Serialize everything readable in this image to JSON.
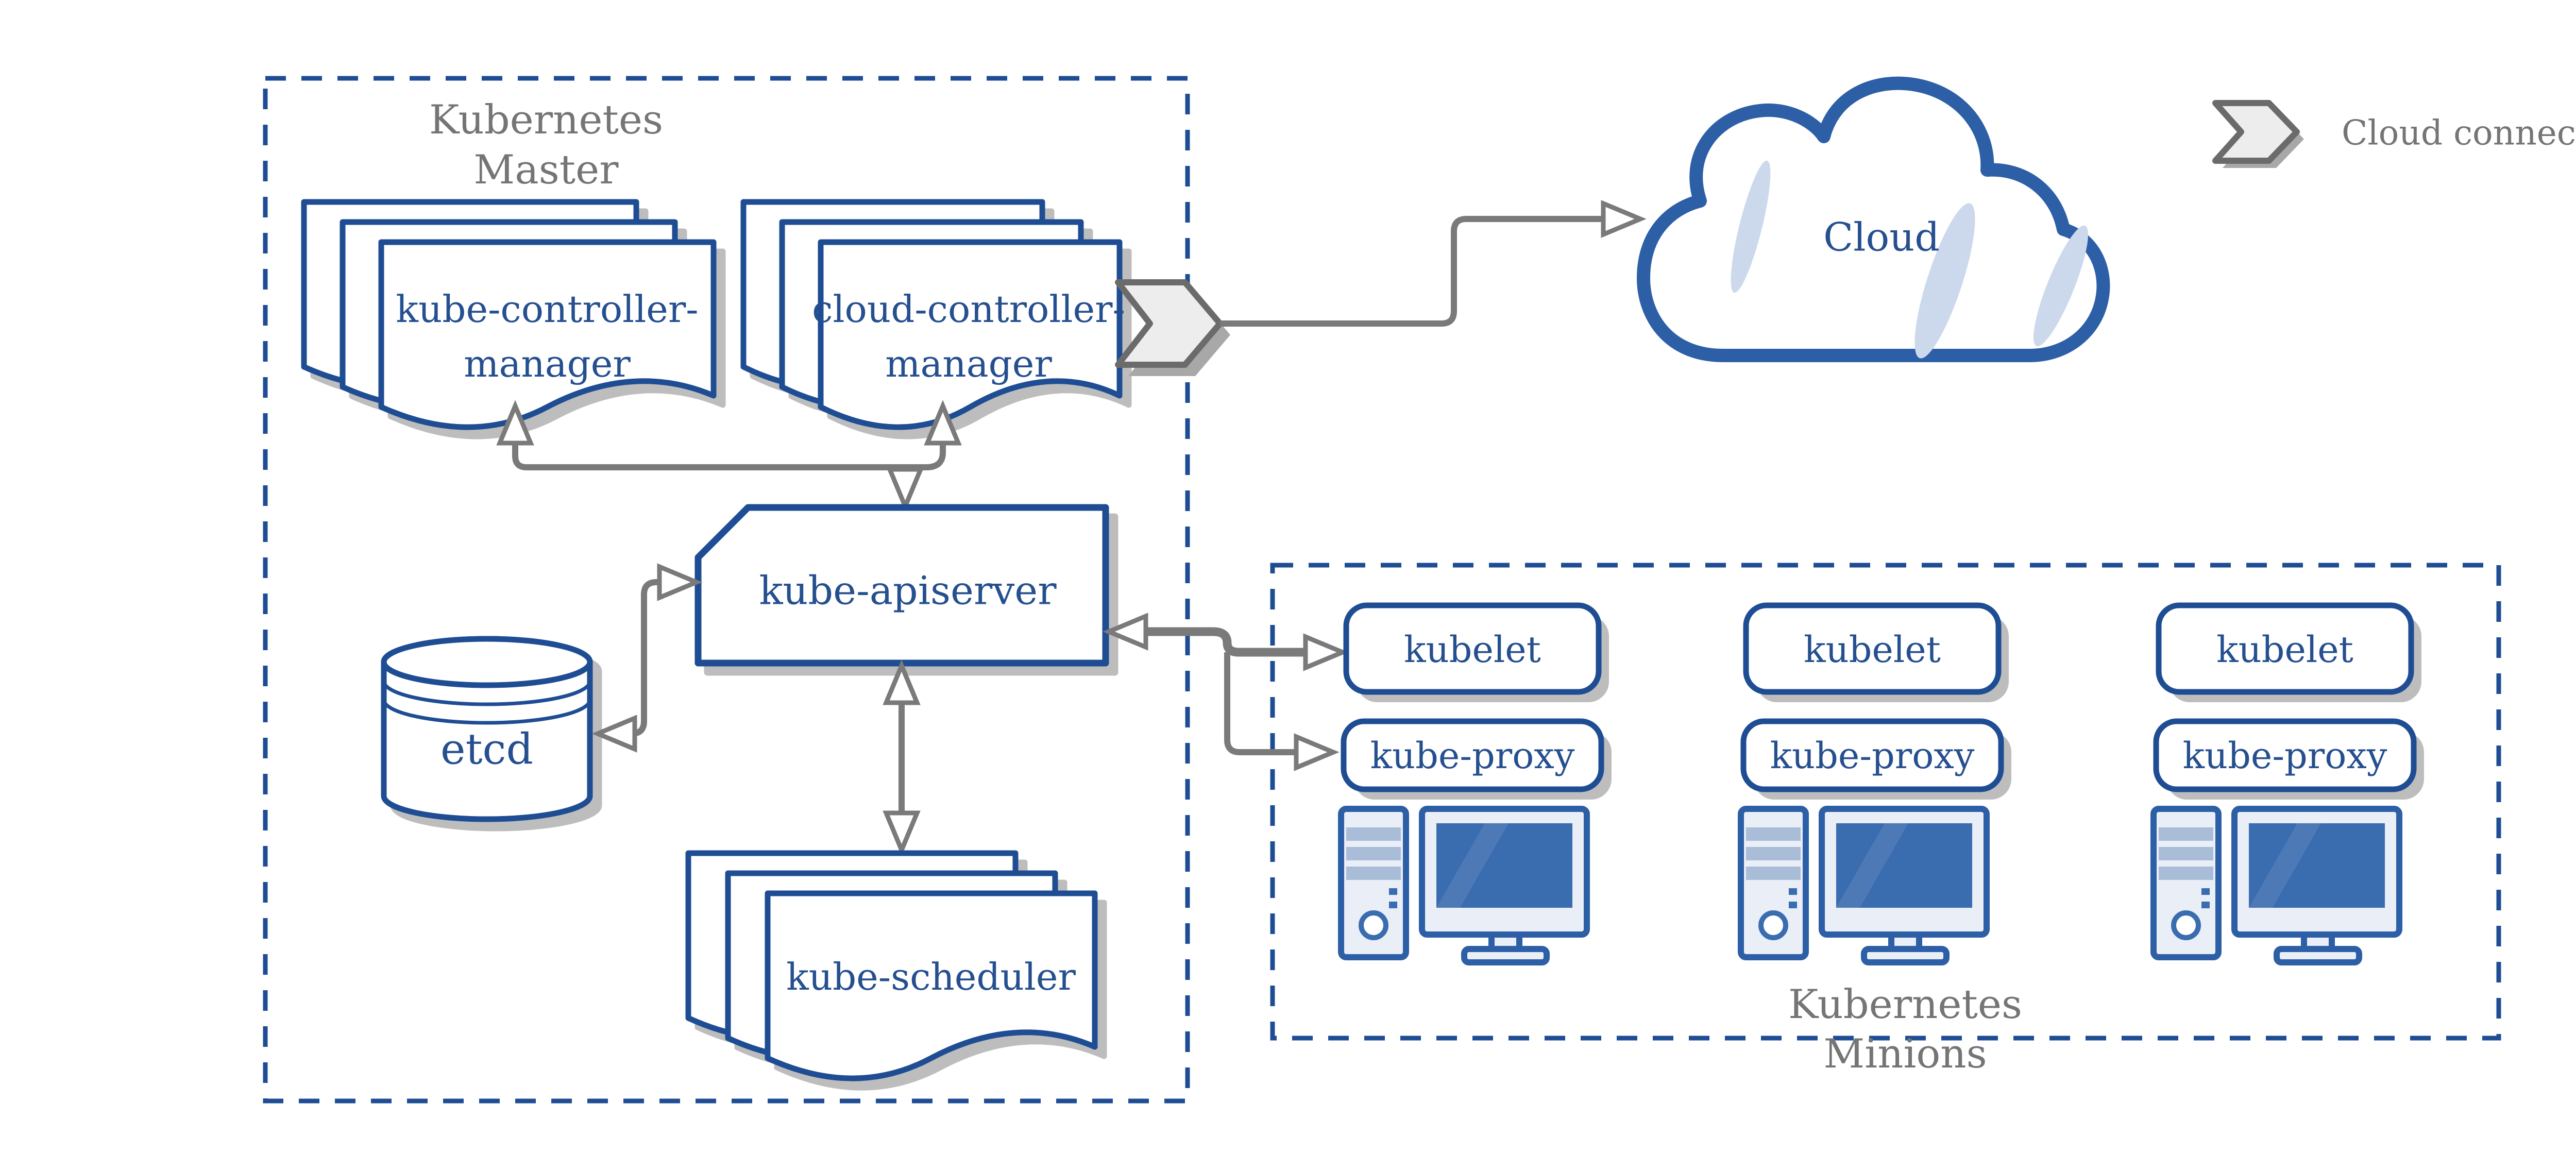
{
  "master": {
    "label_line1": "Kubernetes",
    "label_line2": "Master"
  },
  "nodes": {
    "kube_controller_manager": {
      "line1": "kube-controller-",
      "line2": "manager"
    },
    "cloud_controller_manager": {
      "line1": "cloud-controller-",
      "line2": "manager"
    },
    "kube_apiserver": {
      "label": "kube-apiserver"
    },
    "etcd": {
      "label": "etcd"
    },
    "kube_scheduler": {
      "label": "kube-scheduler"
    },
    "cloud": {
      "label": "Cloud"
    }
  },
  "minions": {
    "label_line1": "Kubernetes",
    "label_line2": "Minions",
    "columns": [
      {
        "kubelet": "kubelet",
        "kube_proxy": "kube-proxy"
      },
      {
        "kubelet": "kubelet",
        "kube_proxy": "kube-proxy"
      },
      {
        "kubelet": "kubelet",
        "kube_proxy": "kube-proxy"
      }
    ]
  },
  "legend": {
    "cloud_connector_label": "Cloud connector"
  },
  "colors": {
    "shape_stroke": "#1e4d94",
    "text_navy": "#254f8f",
    "label_gray": "#757575",
    "connector_gray": "#7a7a7a",
    "chevron_fill": "#ededed",
    "chevron_stroke": "#6b6b6b",
    "cloud_stroke": "#2d5fa6",
    "cloud_highlight": "#ccd9ec",
    "screen_blue": "#3a6cb0",
    "shadow_gray": "#bdbdbd"
  }
}
